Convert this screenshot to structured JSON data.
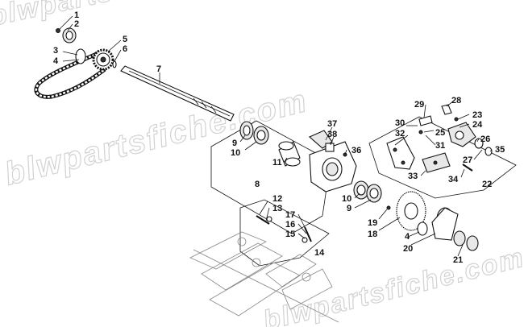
{
  "watermark": {
    "text_top": "blwpartsfiche.com",
    "text_mid": "blwpartsfiche.com",
    "text_bot": "blwpartsfiche.com"
  },
  "callouts": {
    "c1": "1",
    "c2": "2",
    "c3": "3",
    "c4": "4",
    "c5": "5",
    "c6": "6",
    "c7": "7",
    "c8": "8",
    "c9a": "9",
    "c9b": "9",
    "c10a": "10",
    "c10b": "10",
    "c11": "11",
    "c12": "12",
    "c13": "13",
    "c14": "14",
    "c15": "15",
    "c16": "16",
    "c17": "17",
    "c18": "18",
    "c19": "19",
    "c20": "20",
    "c21": "21",
    "c22": "22",
    "c23": "23",
    "c24": "24",
    "c25": "25",
    "c26": "26",
    "c27": "27",
    "c28": "28",
    "c29": "29",
    "c30": "30",
    "c31": "31",
    "c32": "32",
    "c33": "33",
    "c34": "34",
    "c35": "35",
    "c36": "36",
    "c37": "37",
    "c38": "38",
    "c4b": "4"
  }
}
